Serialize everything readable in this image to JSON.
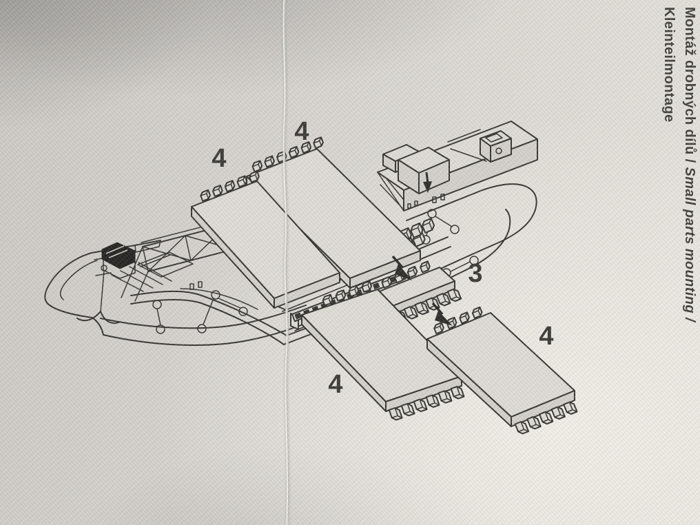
{
  "caption": {
    "czech": "Montáž drobných dílů / ",
    "english": "Small parts mounting /",
    "german": "Kleinteilmontage"
  },
  "parts": {
    "plate_top_left": "4",
    "plate_top_right": "4",
    "spacer_block": "3",
    "plate_bottom_left": "4",
    "plate_bottom_right": "4"
  },
  "colors": {
    "paper": "#d8d5cf",
    "ink": "#35332f",
    "caption_ink": "#403e3b",
    "winch_black": "#242220"
  }
}
